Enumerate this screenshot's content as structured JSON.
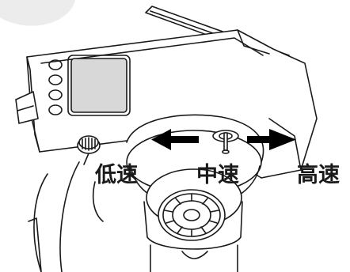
{
  "labels": {
    "low": "低速",
    "mid": "中速",
    "high": "高速"
  },
  "arrows": {
    "left": "arrow-left-icon",
    "right": "arrow-right-icon"
  },
  "colors": {
    "line": "#1a1a1a",
    "label": "#1a1a1a",
    "arrow": "#000000",
    "screen": "#d8d8d8"
  }
}
